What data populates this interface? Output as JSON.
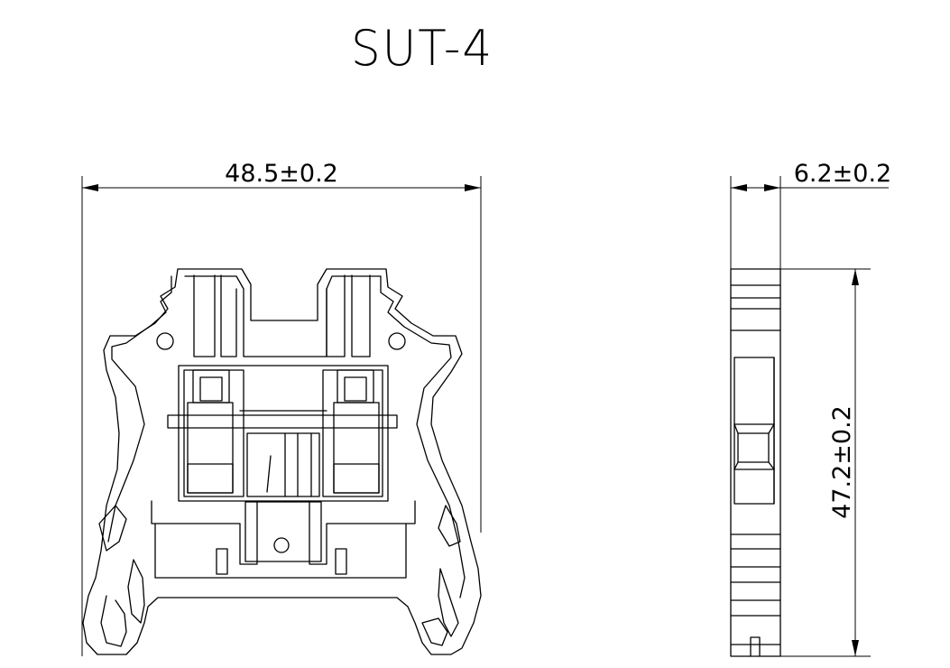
{
  "title": "SUT-4",
  "dimensions": {
    "width": "48.5±0.2",
    "depth": "6.2±0.2",
    "height": "47.2±0.2"
  }
}
